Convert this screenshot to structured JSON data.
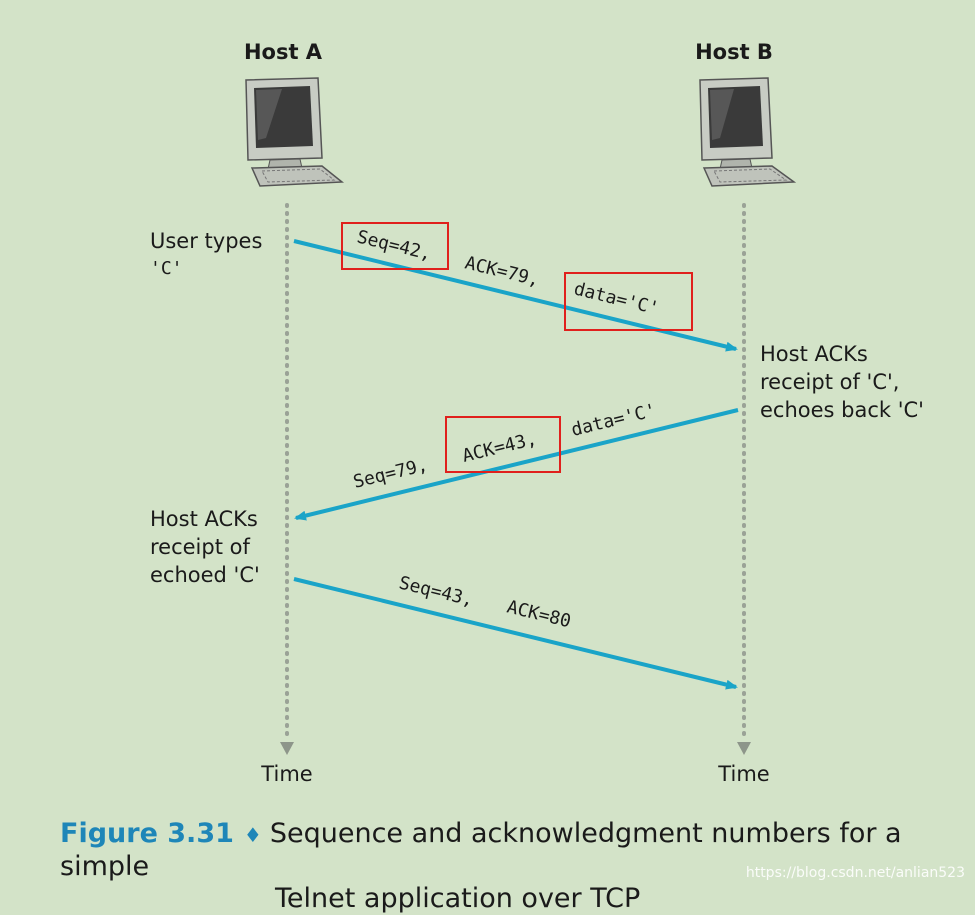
{
  "hosts": {
    "a": {
      "label": "Host A"
    },
    "b": {
      "label": "Host B"
    }
  },
  "notes": {
    "a1": [
      "User types",
      "'C'"
    ],
    "b1": [
      "Host ACKs",
      "receipt of 'C',",
      "echoes back 'C'"
    ],
    "a2": [
      "Host ACKs",
      "receipt of",
      "echoed 'C'"
    ]
  },
  "messages": [
    {
      "seq": "Seq=42,",
      "ack": "ACK=79,",
      "data": "data='C'"
    },
    {
      "seq": "Seq=79,",
      "ack": "ACK=43,",
      "data": "data='C'"
    },
    {
      "seq": "Seq=43,",
      "ack": "ACK=80",
      "data": ""
    }
  ],
  "time_label": "Time",
  "caption": {
    "figure": "Figure 3.31",
    "line1": "Sequence and acknowledgment numbers for a simple",
    "line2": "Telnet application over TCP"
  },
  "watermark": "https://blog.csdn.net/anlian523",
  "colors": {
    "arrow": "#1aa4c8",
    "highlight": "#e0201c",
    "background": "#d3e3c8"
  }
}
